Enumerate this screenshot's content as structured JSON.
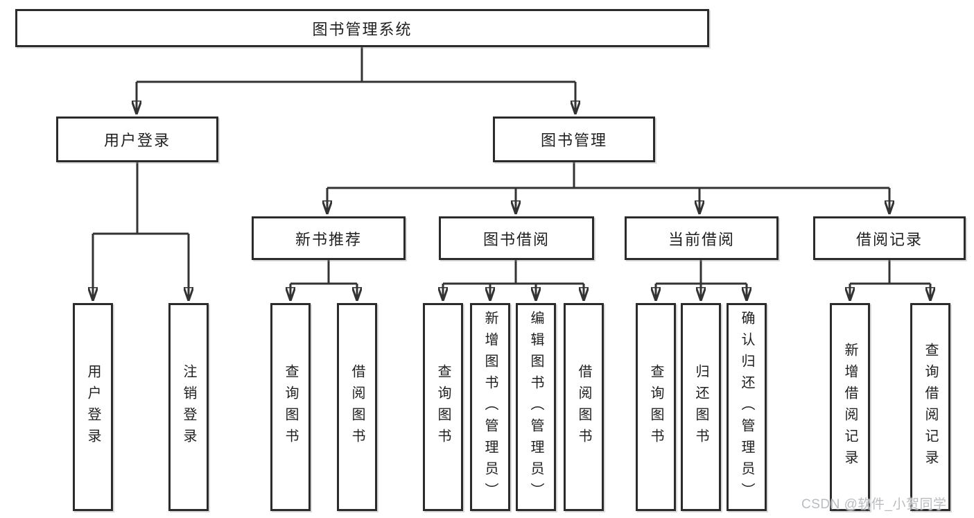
{
  "diagram": {
    "root": {
      "label": "图书管理系统"
    },
    "branches": [
      {
        "label": "用户登录",
        "children": [
          "用户登录",
          "注销登录"
        ]
      },
      {
        "label": "图书管理",
        "modules": [
          {
            "label": "新书推荐",
            "children": [
              "查询图书",
              "借阅图书"
            ]
          },
          {
            "label": "图书借阅",
            "children": [
              "查询图书",
              "新增图书（管理员）",
              "编辑图书（管理员）",
              "借阅图书"
            ]
          },
          {
            "label": "当前借阅",
            "children": [
              "查询图书",
              "归还图书",
              "确认归还（管理员）"
            ]
          },
          {
            "label": "借阅记录",
            "children": [
              "新增借阅记录",
              "查询借阅记录"
            ]
          }
        ]
      }
    ]
  },
  "watermark": {
    "text": "CSDN @软件_小贺同学"
  },
  "colors": {
    "line": "#333333",
    "box_border": "#2b2b2b",
    "box_background": "#ffffff",
    "text": "#1f1f1f",
    "watermark": "#b9bdc0",
    "page_background": "#ffffff"
  }
}
